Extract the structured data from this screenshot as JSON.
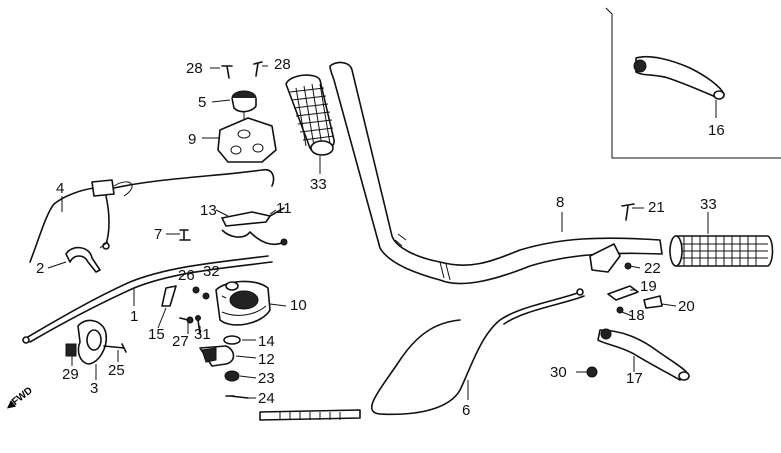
{
  "diagram": {
    "fwd_marker": "FWD",
    "callouts": [
      {
        "id": "p28a",
        "text": "28"
      },
      {
        "id": "p28b",
        "text": "28"
      },
      {
        "id": "p5",
        "text": "5"
      },
      {
        "id": "p9",
        "text": "9"
      },
      {
        "id": "p33a",
        "text": "33"
      },
      {
        "id": "p4",
        "text": "4"
      },
      {
        "id": "p13",
        "text": "13"
      },
      {
        "id": "p11",
        "text": "11"
      },
      {
        "id": "p7",
        "text": "7"
      },
      {
        "id": "p2",
        "text": "2"
      },
      {
        "id": "p26",
        "text": "26"
      },
      {
        "id": "p32",
        "text": "32"
      },
      {
        "id": "p10",
        "text": "10"
      },
      {
        "id": "p1",
        "text": "1"
      },
      {
        "id": "p15",
        "text": "15"
      },
      {
        "id": "p27",
        "text": "27"
      },
      {
        "id": "p31",
        "text": "31"
      },
      {
        "id": "p14",
        "text": "14"
      },
      {
        "id": "p12",
        "text": "12"
      },
      {
        "id": "p23",
        "text": "23"
      },
      {
        "id": "p24",
        "text": "24"
      },
      {
        "id": "p29",
        "text": "29"
      },
      {
        "id": "p3",
        "text": "3"
      },
      {
        "id": "p25",
        "text": "25"
      },
      {
        "id": "p6",
        "text": "6"
      },
      {
        "id": "p8",
        "text": "8"
      },
      {
        "id": "p21",
        "text": "21"
      },
      {
        "id": "p33b",
        "text": "33"
      },
      {
        "id": "p22",
        "text": "22"
      },
      {
        "id": "p19",
        "text": "19"
      },
      {
        "id": "p20",
        "text": "20"
      },
      {
        "id": "p18",
        "text": "18"
      },
      {
        "id": "p30",
        "text": "30"
      },
      {
        "id": "p17",
        "text": "17"
      },
      {
        "id": "p16",
        "text": "16"
      }
    ]
  }
}
